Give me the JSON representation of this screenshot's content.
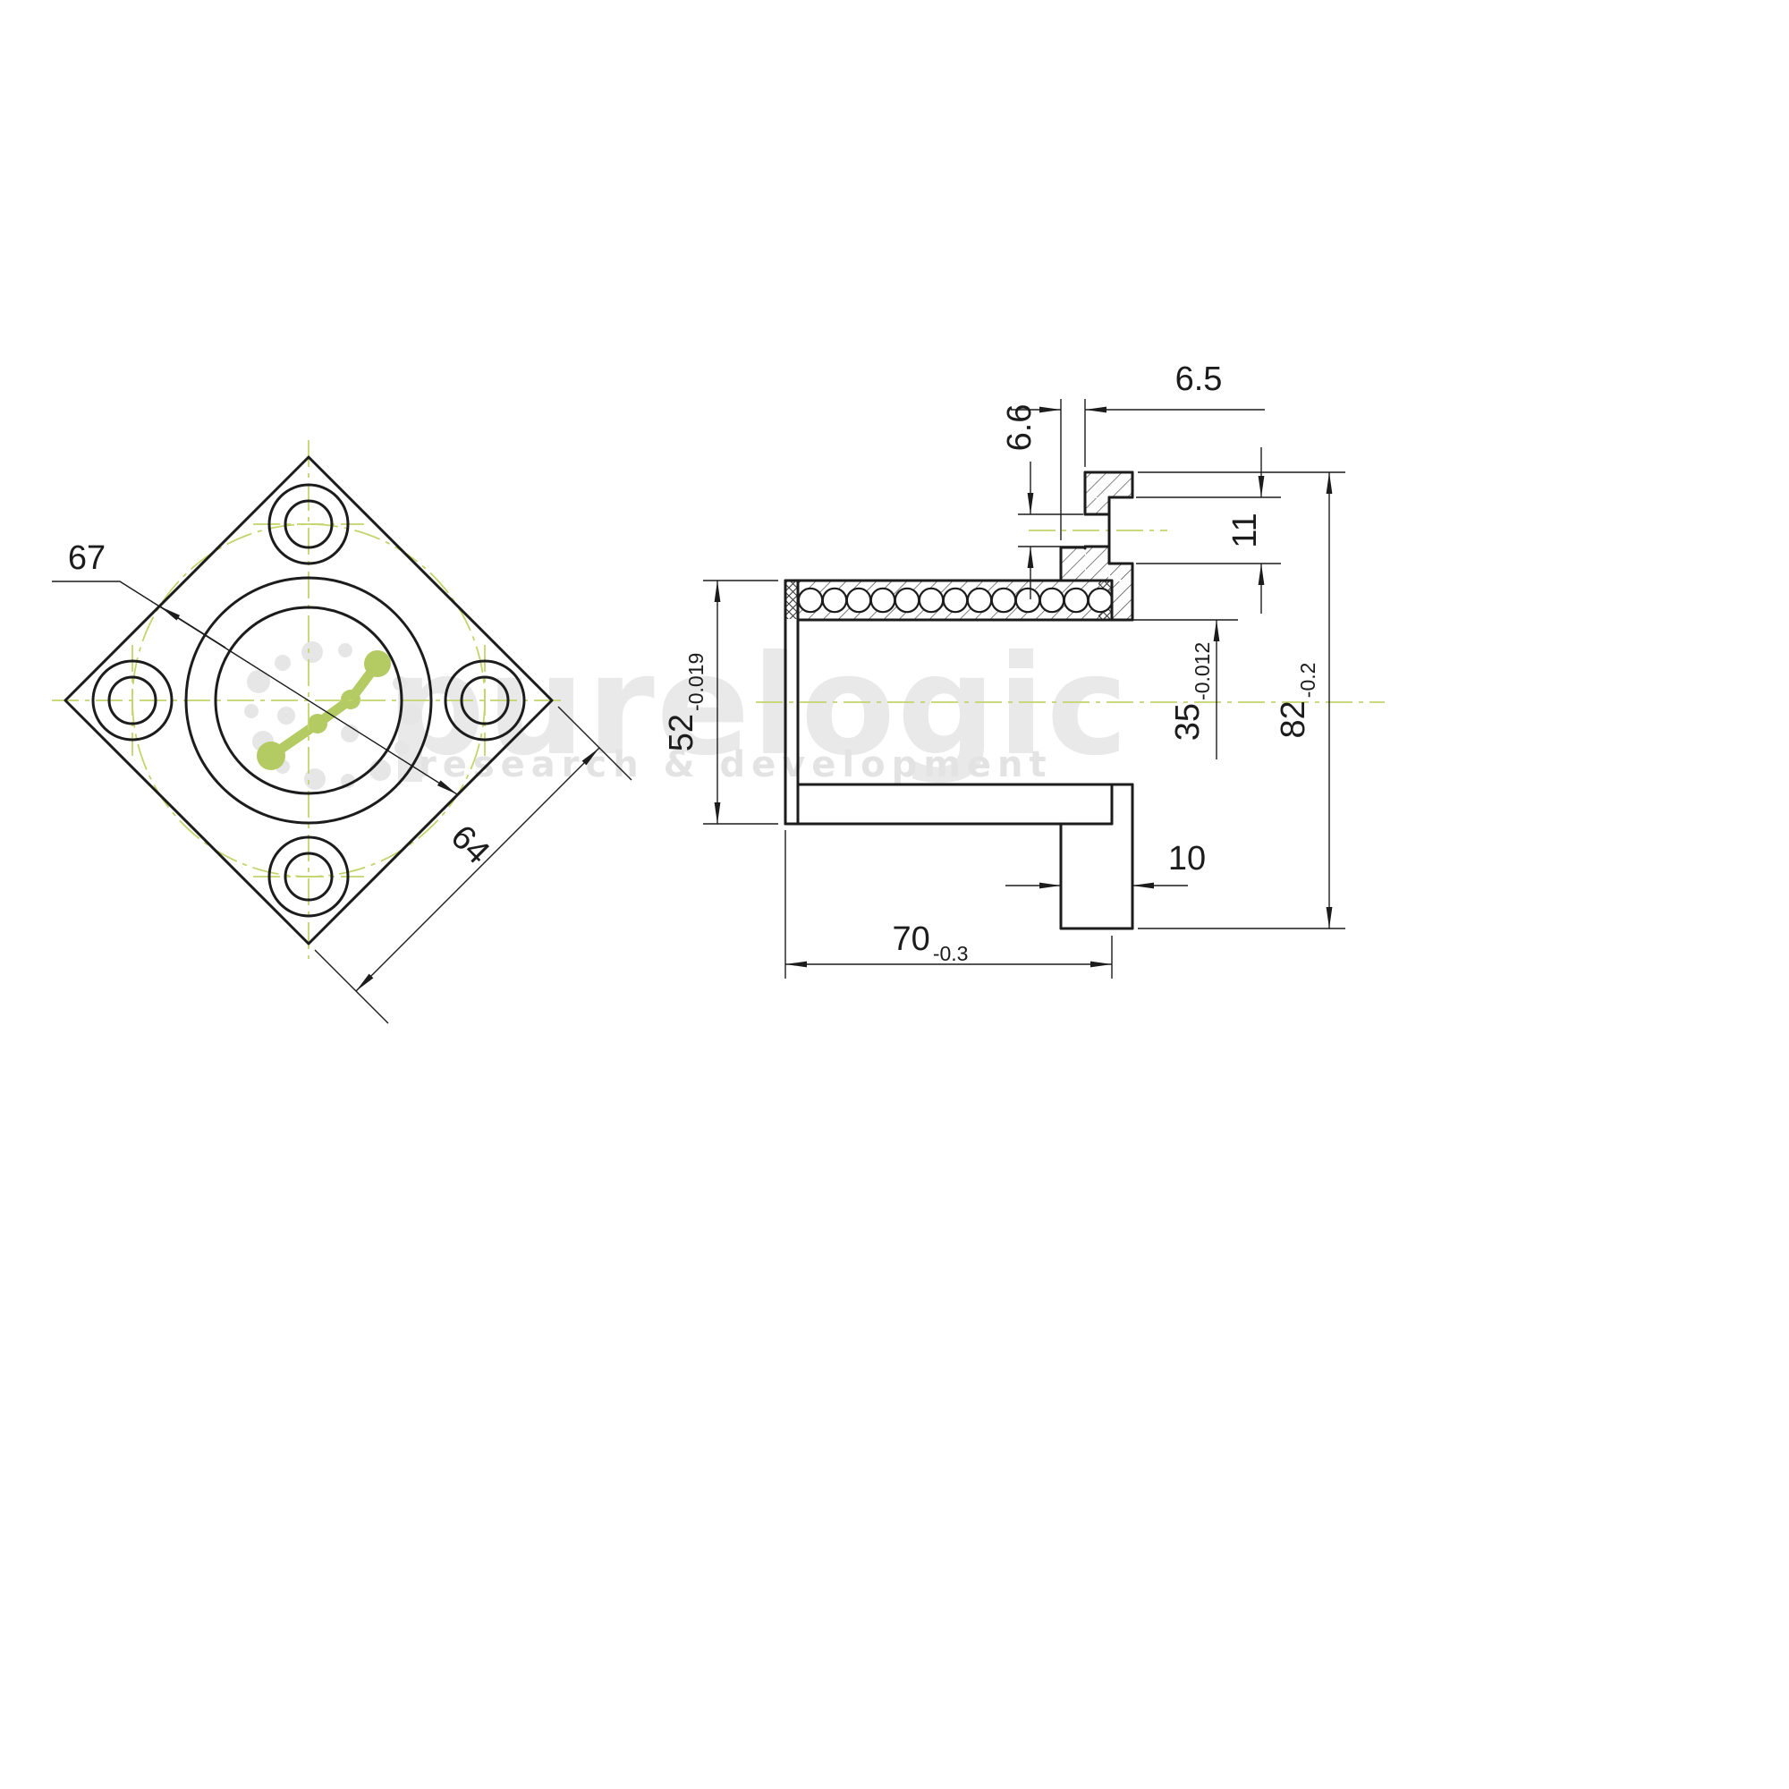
{
  "watermark": {
    "brand": "purelogic",
    "tagline": "research & development"
  },
  "front_view": {
    "bolt_circle_dia": "67",
    "flange_side": "64"
  },
  "side_view": {
    "hole_dia": "6.6",
    "flange_offset": "6.5",
    "counterbore_dia": "11",
    "body_dia": "52",
    "body_dia_tol": "-0.019",
    "bore_dia": "35",
    "bore_dia_tol": "-0.012",
    "flange_dia": "82",
    "flange_dia_tol": "-0.2",
    "flange_thickness": "10",
    "total_length": "70",
    "total_length_tol": "-0.3"
  },
  "colors": {
    "line": "#1c1c1c",
    "centerline": "#c3d46c",
    "watermark_text": "#e9e9e9",
    "watermark_tagline": "#e3e3e3",
    "logo_green": "#b4ca62"
  }
}
